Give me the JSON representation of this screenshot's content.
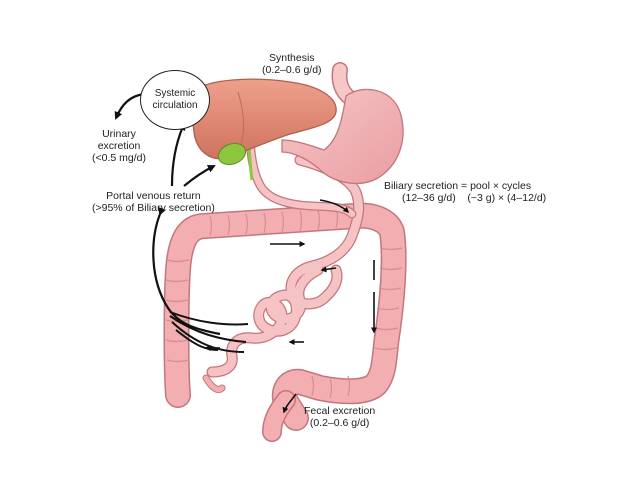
{
  "labels": {
    "synthesis": {
      "line1": "Synthesis",
      "line2": "(0.2–0.6 g/d)"
    },
    "systemic": {
      "line1": "Systemic",
      "line2": "circulation"
    },
    "urinary": {
      "line1": "Urinary",
      "line2": "excretion",
      "line3": "(<0.5 mg/d)"
    },
    "portal": {
      "line1": "Portal venous return",
      "line2": "(>95% of Biliary secretion)"
    },
    "biliary": {
      "line1": "Biliary secretion = pool × cycles",
      "line2": "(12–36 g/d)    (~3 g) × (4–12/d)"
    },
    "fecal": {
      "line1": "Fecal excretion",
      "line2": "(0.2–0.6 g/d)"
    }
  },
  "colors": {
    "liver": "#e08a76",
    "liver_dark": "#c46a57",
    "gallbladder": "#8dc63f",
    "gut": "#f2aeb0",
    "gut_outline": "#c4767c",
    "arrow": "#111111"
  }
}
